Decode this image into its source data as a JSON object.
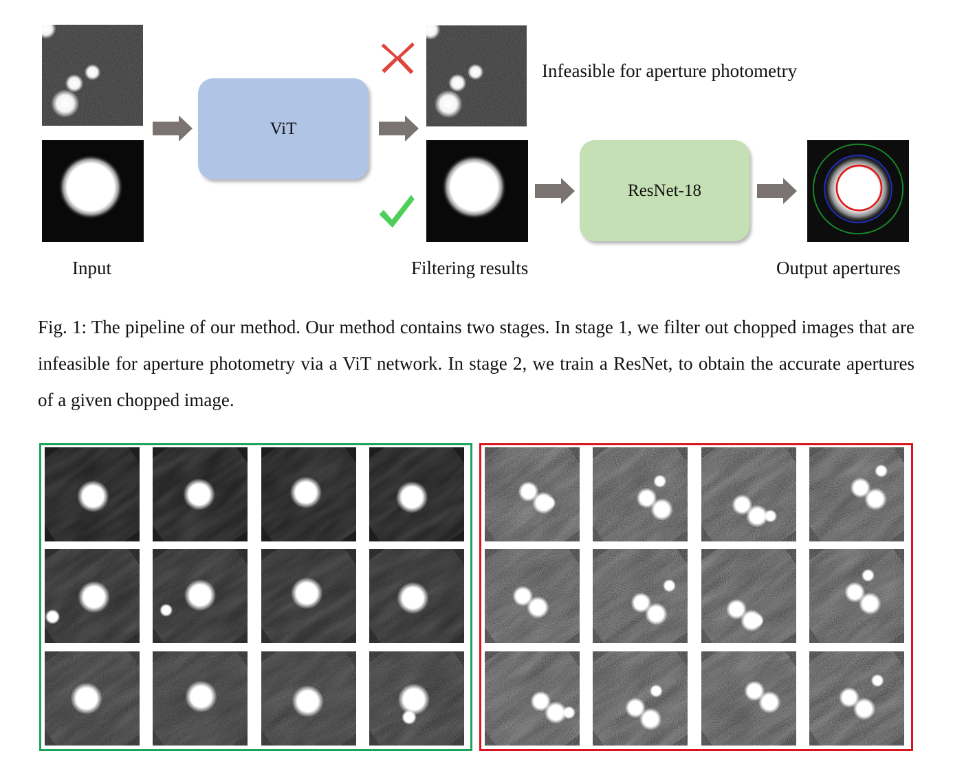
{
  "figure": {
    "labels": {
      "input": "Input",
      "filtering": "Filtering results",
      "output": "Output apertures",
      "infeasible": "Infeasible for aperture photometry"
    },
    "boxes": {
      "vit": "ViT",
      "resnet": "ResNet-18"
    },
    "caption": "Fig. 1: The pipeline of our method. Our method contains two stages. In stage 1, we filter out chopped images that are infeasible for aperture photometry via a ViT network. In stage 2, we train a ResNet, to obtain the accurate apertures of a given chopped image.",
    "colors": {
      "vit_box": "#b0c4e6",
      "resnet_box": "#c5e0b4",
      "arrow": "#7b7371",
      "reject_mark": "#e0443a",
      "accept_mark": "#4fcf5a",
      "feasible_panel_border": "#1aa35a",
      "infeasible_panel_border": "#d9141e",
      "aperture_inner": "#e01818",
      "aperture_middle": "#1f2fb8",
      "aperture_outer": "#178a2a"
    },
    "icons": {
      "reject": "cross-mark-icon",
      "accept": "check-mark-icon",
      "arrow": "right-arrow-icon"
    }
  }
}
